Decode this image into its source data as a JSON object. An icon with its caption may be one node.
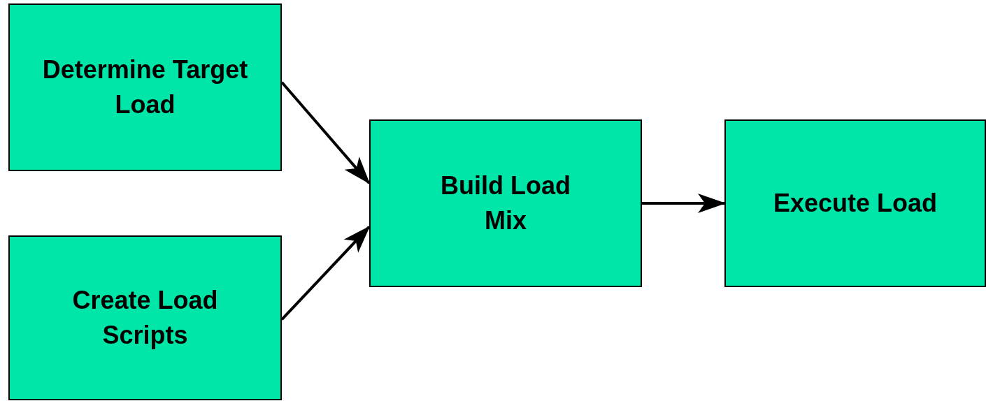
{
  "diagram": {
    "nodes": [
      {
        "text": [
          "Determine Target Load"
        ]
      },
      {
        "text": [
          "Create Load Scripts"
        ]
      },
      {
        "text": [
          "Build Load Mix"
        ]
      },
      {
        "text": [
          "Execute Load"
        ]
      }
    ],
    "edges": [
      {
        "from": 0,
        "to": 2,
        "arrow": "to"
      },
      {
        "from": 1,
        "to": 2,
        "arrow": "to"
      },
      {
        "from": 2,
        "to": 3,
        "arrow": "to"
      }
    ]
  }
}
